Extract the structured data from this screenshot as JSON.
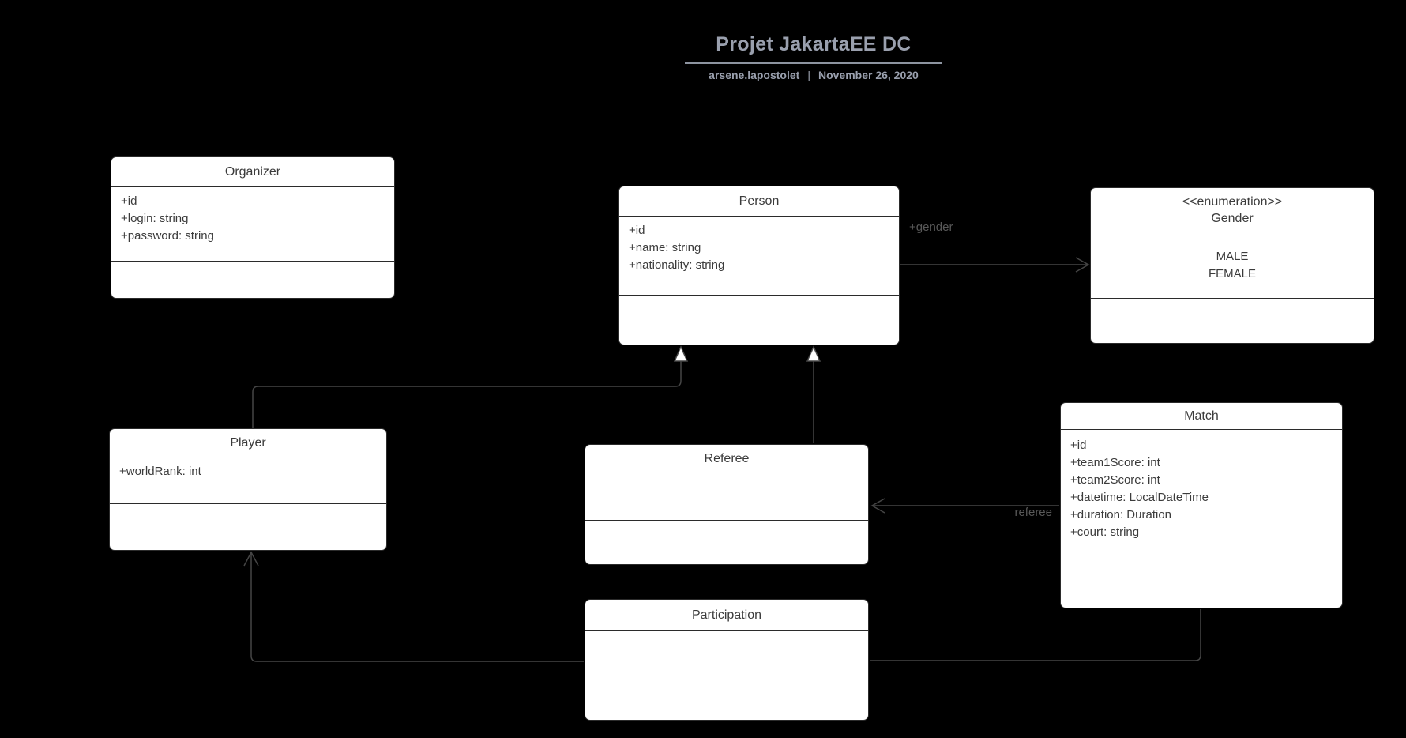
{
  "header": {
    "title": "Projet JakartaEE DC",
    "author": "arsene.lapostolet",
    "divider": "|",
    "date": "November 26, 2020"
  },
  "colors": {
    "background": "#000000",
    "box_fill": "#ffffff",
    "box_border": "#2b2b2b",
    "box_text": "#3b3b3b",
    "connector": "#454545",
    "edge_label_text": "#585858",
    "header_text": "#9aa0ae"
  },
  "classes": {
    "organizer": {
      "name": "Organizer",
      "attributes": [
        "+id",
        "+login: string",
        "+password: string"
      ],
      "methods": []
    },
    "person": {
      "name": "Person",
      "attributes": [
        "+id",
        "+name: string",
        "+nationality: string"
      ],
      "methods": []
    },
    "gender": {
      "stereotype": "<<enumeration>>",
      "name": "Gender",
      "values": [
        "MALE",
        "FEMALE"
      ]
    },
    "player": {
      "name": "Player",
      "attributes": [
        "+worldRank: int"
      ],
      "methods": []
    },
    "referee": {
      "name": "Referee",
      "attributes": [],
      "methods": []
    },
    "match": {
      "name": "Match",
      "attributes": [
        "+id",
        "+team1Score: int",
        "+team2Score: int",
        "+datetime: LocalDateTime",
        "+duration: Duration",
        "+court: string"
      ],
      "methods": []
    },
    "participation": {
      "name": "Participation",
      "attributes": [],
      "methods": []
    }
  },
  "relationships": {
    "person_gender": {
      "from": "Person",
      "to": "Gender",
      "type": "directed-association",
      "label": "+gender"
    },
    "player_person": {
      "from": "Player",
      "to": "Person",
      "type": "generalization",
      "label": ""
    },
    "referee_person": {
      "from": "Referee",
      "to": "Person",
      "type": "generalization",
      "label": ""
    },
    "match_referee": {
      "from": "Match",
      "to": "Referee",
      "type": "directed-association",
      "label": "referee"
    },
    "participation_player": {
      "from": "Participation",
      "to": "Player",
      "type": "directed-association",
      "label": ""
    },
    "participation_match": {
      "from": "Participation",
      "to": "Match",
      "type": "association",
      "label": ""
    }
  }
}
